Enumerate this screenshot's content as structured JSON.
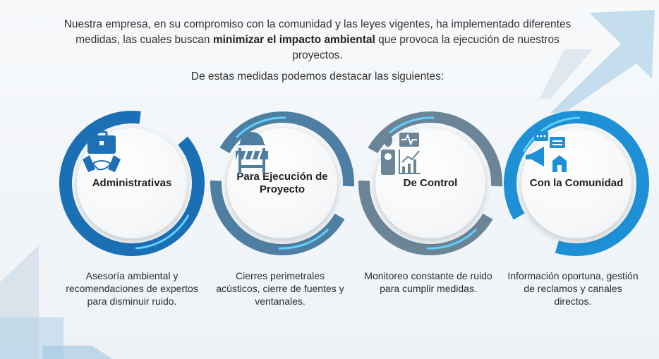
{
  "intro": {
    "text_before": "Nuestra empresa, en su compromiso con la comunidad y las leyes vigentes, ha implementado diferentes medidas, las cuales buscan ",
    "text_bold": "minimizar el impacto ambiental",
    "text_after": " que provoca la ejecución de nuestros proyectos."
  },
  "subtitle": "De estas medidas podemos destacar las siguientes:",
  "colors": {
    "blue_dark": "#1a6fb5",
    "blue_bright": "#1e90d6",
    "steel": "#4e7fa3",
    "gray_blue": "#6b8496",
    "glow": "#5fd0ff"
  },
  "measures": [
    {
      "title": "Administrativas",
      "icon": "briefcase-handshake-icon",
      "description": "Asesoría ambiental y recomendaciones de expertos para disminuir ruido."
    },
    {
      "title": "Para Ejecución de Proyecto",
      "icon": "hardhat-barrier-icon",
      "description": "Cierres perimetrales acústicos, cierre de fuentes y ventanales."
    },
    {
      "title": "De Control",
      "icon": "sound-meter-chart-icon",
      "description": "Monitoreo constante de ruido para cumplir medidas."
    },
    {
      "title": "Con la Comunidad",
      "icon": "megaphone-chat-house-icon",
      "description": "Información oportuna, gestión de reclamos y canales directos."
    }
  ]
}
